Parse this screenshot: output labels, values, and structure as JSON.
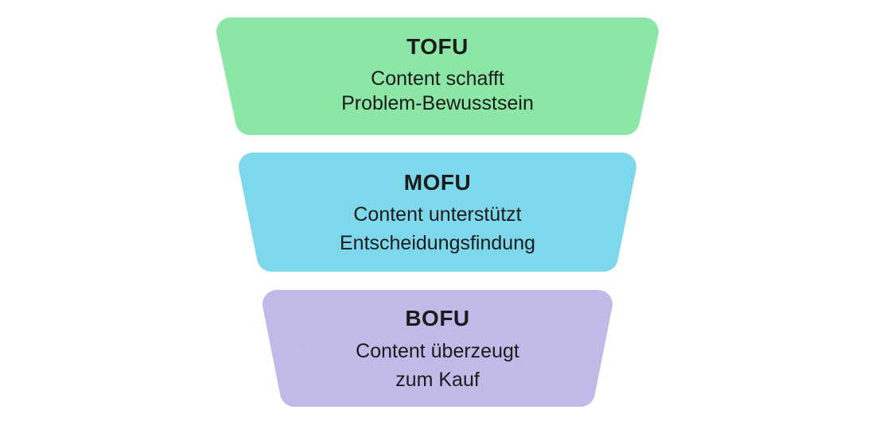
{
  "diagram": {
    "background_color": "#ffffff",
    "text_color": "#1b1b1b"
  },
  "funnel": {
    "segments": [
      {
        "id": "tofu",
        "label": "TOFU",
        "line1": "Content schafft",
        "line2": "Problem-Bewusstsein",
        "color": "#8ce7a6"
      },
      {
        "id": "mofu",
        "label": "MOFU",
        "line1": "Content unterstützt",
        "line2": "Entscheidungsfindung",
        "color": "#7ed8eb"
      },
      {
        "id": "bofu",
        "label": "BOFU",
        "line1": "Content überzeugt",
        "line2": "zum Kauf",
        "color": "#c3b9e8"
      }
    ]
  }
}
